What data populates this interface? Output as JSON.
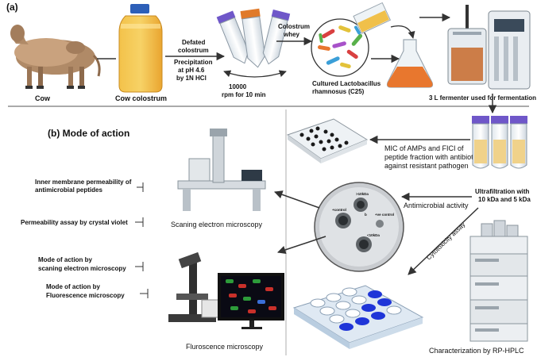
{
  "panel_a": {
    "label": "(a)",
    "cow": "Cow",
    "cow_colostrum": "Cow colostrum",
    "step1_line1": "Defated",
    "step1_line2": "colostrum",
    "step2_line1": "Precipitation",
    "step2_line2": "at pH 4.6",
    "step2_line3": "by 1N HCl",
    "centrifuge_line1": "10000",
    "centrifuge_line2": "rpm for 10 min",
    "whey_line1": "Colostrum",
    "whey_line2": "whey",
    "cultured_line1": "Cultured Lactobacillus",
    "cultured_line2": "rhamnosus (C25)",
    "fermenter": "3 L fermenter used for fermentation"
  },
  "panel_b": {
    "label": "(b) Mode of action",
    "moa_items": [
      "Inner membrane permeability of",
      "antimicrobial peptides",
      "Permeability assay by crystal violet",
      "Mode of action by",
      "scaning electron microscopy",
      "Mode of action by",
      "Fluorescence microscopy"
    ],
    "sem": "Scaning electron microscopy",
    "fluorescence": "Fluroscence microscopy",
    "mic_line1": "MIC of AMPs and FICI of",
    "mic_line2": "peptide fraction with antibiotics",
    "mic_line3": "against resistant pathogen",
    "ultra_line1": "Ultrafiltration with",
    "ultra_line2": "10 kDa and 5 kDa",
    "antimicrobial": "Antimicrobial activity",
    "cytotoxicity": "Cytotoxicity assay",
    "hplc": "Characterization by RP-HPLC",
    "dish_labels": [
      "+control",
      ">10kDa",
      "b",
      "+ve control",
      "<10kDa"
    ]
  },
  "colors": {
    "colostrum": "#f0a830",
    "tube_cap": "#6f57c9",
    "tube_cap_orange": "#e07a2a",
    "flask_liquid": "#e8772e",
    "well_blue": "#1f35d8",
    "line": "#333333"
  }
}
